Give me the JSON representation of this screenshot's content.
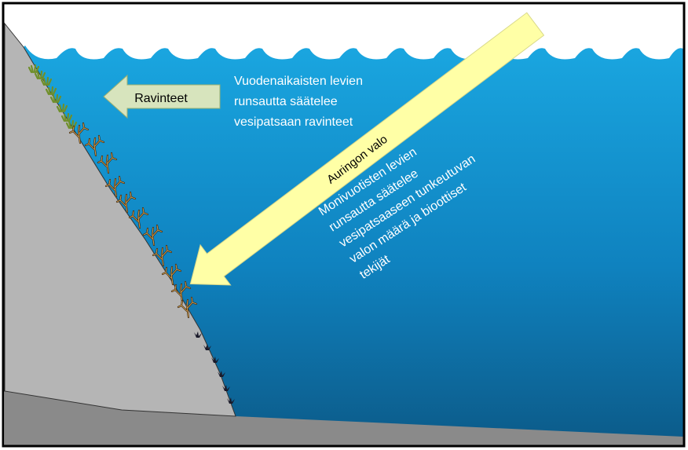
{
  "diagram": {
    "nutrients_label": "Ravinteet",
    "seasonal_text": [
      "Vuodenaikaisten levien",
      "runsautta säätelee",
      "vesipatsaan ravinteet"
    ],
    "sunlight_label": "Auringon valo",
    "perennial_text": [
      "Monivuotisten levien",
      "runsautta  säätelee",
      "vesipatsaaseen tunkeutuvan",
      "valon määrä ja bioottiset",
      "tekijät"
    ]
  },
  "colors": {
    "sky": "#ffffff",
    "water_top": "#1aa6e0",
    "water_bottom": "#0d5f8f",
    "rock": "#b5b5b5",
    "seabed": "#8a8a8a",
    "nutrient_arrow": "#d7e4bd",
    "sun_beam": "#ffffa6",
    "seasonal_algae": "#6f8f2a",
    "brown_algae": "#c8964a",
    "frame": "#000000"
  }
}
